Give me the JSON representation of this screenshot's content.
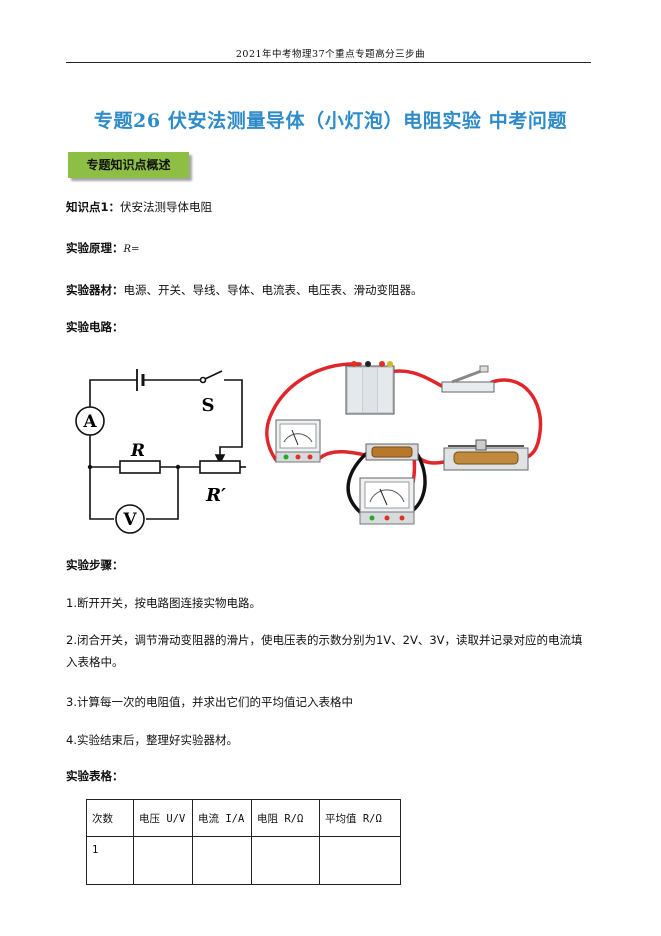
{
  "header": {
    "text": "2021年中考物理37个重点专题高分三步曲"
  },
  "title": "专题26 伏安法测量导体（小灯泡）电阻实验 中考问题",
  "badge": "专题知识点概述",
  "knowledge_point": {
    "label": "知识点1：",
    "text": "伏安法测导体电阻"
  },
  "principle": {
    "label": "实验原理：",
    "formula": "R="
  },
  "equipment": {
    "label": "实验器材：",
    "text": "电源、开关、导线、导体、电流表、电压表、滑动变阻器。"
  },
  "circuit": {
    "label": "实验电路：",
    "schematic": {
      "ammeter": "A",
      "voltmeter": "V",
      "switch": "S",
      "resistor": "R",
      "rheostat": "R′"
    }
  },
  "steps": {
    "label": "实验步骤：",
    "items": [
      "1.断开开关，按电路图连接实物电路。",
      "2.闭合开关，调节滑动变阻器的滑片，使电压表的示数分别为1V、2V、3V，读取并记录对应的电流填入表格中。",
      "3.计算每一次的电阻值，并求出它们的平均值记入表格中",
      "4.实验结束后，整理好实验器材。"
    ]
  },
  "table": {
    "label": "实验表格：",
    "headers": [
      "次数",
      "电压 U/V",
      "电流 I/A",
      "电阻 R/Ω",
      "平均值 R/Ω"
    ],
    "rows": [
      [
        "1",
        "",
        "",
        "",
        ""
      ]
    ]
  },
  "colors": {
    "title": "#2e8bc9",
    "badge": "#8cbf43",
    "wire_red": "#e0262b"
  }
}
